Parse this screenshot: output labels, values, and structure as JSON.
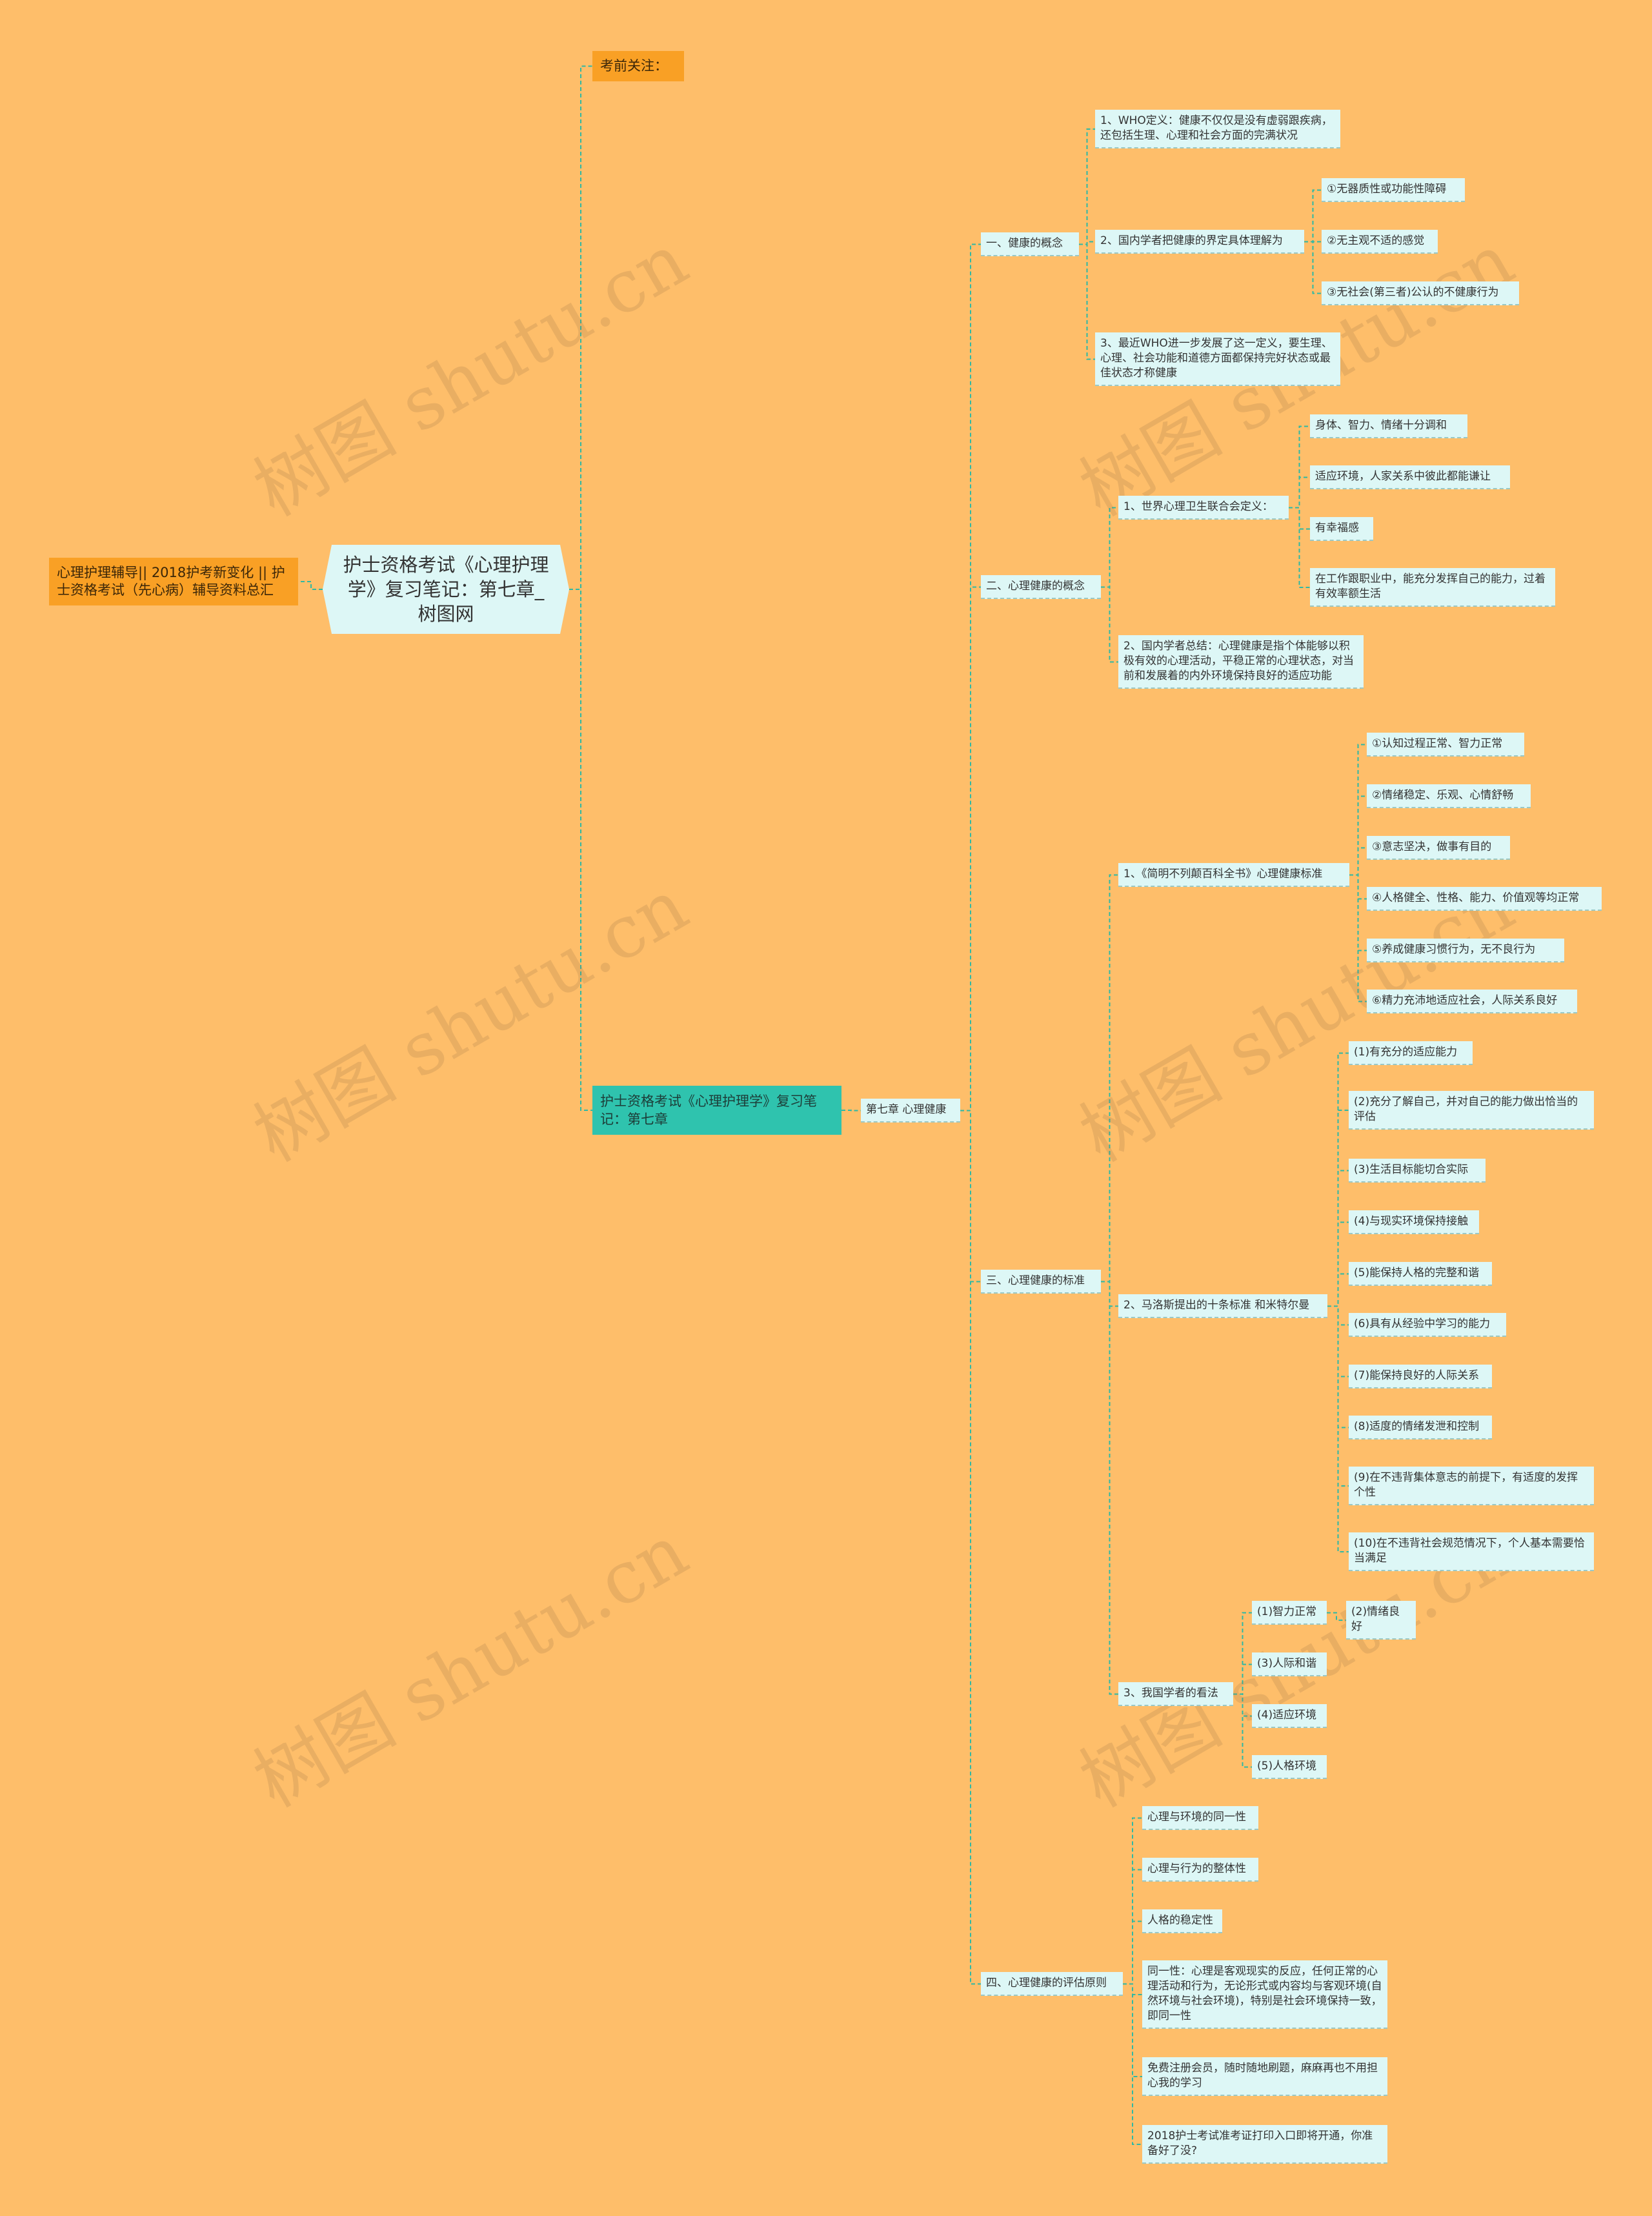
{
  "root": {
    "title": "护士资格考试《心理护理学》复习笔记：第七章_树图网"
  },
  "left_link": {
    "text": "心理护理辅导|| 2018护考新变化 || 护士资格考试（先心病）辅导资料总汇"
  },
  "exam_focus": {
    "text": "考前关注："
  },
  "chapter": {
    "title": "护士资格考试《心理护理学》复习笔记：第七章",
    "sub": "第七章 心理健康",
    "sections": [
      {
        "label": "一、健康的概念",
        "items": [
          {
            "text": "1、WHO定义：健康不仅仅是没有虚弱跟疾病，还包括生理、心理和社会方面的完满状况"
          },
          {
            "text": "2、国内学者把健康的界定具体理解为",
            "children": [
              "①无器质性或功能性障碍",
              "②无主观不适的感觉",
              "③无社会(第三者)公认的不健康行为"
            ]
          },
          {
            "text": "3、最近WHO进一步发展了这一定义，要生理、心理、社会功能和道德方面都保持完好状态或最佳状态才称健康"
          }
        ]
      },
      {
        "label": "二、心理健康的概念",
        "items": [
          {
            "text": "1、世界心理卫生联合会定义：",
            "children": [
              "身体、智力、情绪十分调和",
              "适应环境，人家关系中彼此都能谦让",
              "有幸福感",
              "在工作跟职业中，能充分发挥自己的能力，过着有效率额生活"
            ]
          },
          {
            "text": "2、国内学者总结：心理健康是指个体能够以积极有效的心理活动，平稳正常的心理状态，对当前和发展着的内外环境保持良好的适应功能"
          }
        ]
      },
      {
        "label": "三、心理健康的标准",
        "items": [
          {
            "text": "1、《简明不列颠百科全书》心理健康标准",
            "children": [
              "①认知过程正常、智力正常",
              "②情绪稳定、乐观、心情舒畅",
              "③意志坚决，做事有目的",
              "④人格健全、性格、能力、价值观等均正常",
              "⑤养成健康习惯行为，无不良行为",
              "⑥精力充沛地适应社会，人际关系良好"
            ]
          },
          {
            "text": "2、马洛斯提出的十条标准 和米特尔曼",
            "children": [
              "(1)有充分的适应能力",
              "(2)充分了解自己，并对自己的能力做出恰当的评估",
              "(3)生活目标能切合实际",
              "(4)与现实环境保持接触",
              "(5)能保持人格的完整和谐",
              "(6)具有从经验中学习的能力",
              "(7)能保持良好的人际关系",
              "(8)适度的情绪发泄和控制",
              "(9)在不违背集体意志的前提下，有适度的发挥个性",
              "(10)在不违背社会规范情况下，个人基本需要恰当满足"
            ]
          },
          {
            "text": "3、我国学者的看法",
            "children": [
              "(1)智力正常",
              "(3)人际和谐",
              "(4)适应环境",
              "(5)人格环境"
            ],
            "extra": "(2)情绪良好"
          }
        ]
      },
      {
        "label": "四、心理健康的评估原则",
        "items": [
          {
            "text": "心理与环境的同一性"
          },
          {
            "text": "心理与行为的整体性"
          },
          {
            "text": "人格的稳定性"
          },
          {
            "text": "同一性：心理是客观现实的反应，任何正常的心理活动和行为，无论形式或内容均与客观环境(自然环境与社会环境)，特别是社会环境保持一致，即同一性"
          },
          {
            "text": "免费注册会员，随时随地刷题，麻麻再也不用担心我的学习"
          },
          {
            "text": "2018护士考试准考证打印入口即将开通，你准备好了没?"
          }
        ]
      }
    ]
  },
  "watermark": "树图 shutu.cn",
  "colors": {
    "background": "#FEBE6A",
    "connector": "#2FB8A4",
    "leaf_bg": "#DDF7F6",
    "orange": "#F9A025",
    "teal": "#2FC3AE"
  }
}
